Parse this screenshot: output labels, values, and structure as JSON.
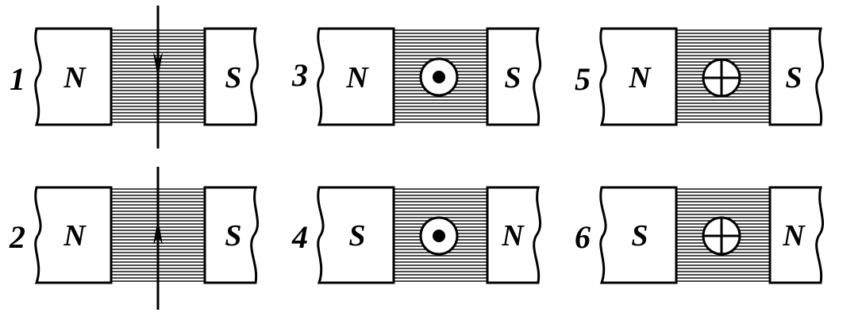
{
  "panels": [
    {
      "number": "1",
      "left_pole": "N",
      "right_pole": "S",
      "conductor": "arrow-down-icon"
    },
    {
      "number": "2",
      "left_pole": "N",
      "right_pole": "S",
      "conductor": "arrow-up-icon"
    },
    {
      "number": "3",
      "left_pole": "N",
      "right_pole": "S",
      "conductor": "current-out-of-page-icon"
    },
    {
      "number": "4",
      "left_pole": "S",
      "right_pole": "N",
      "conductor": "current-out-of-page-icon"
    },
    {
      "number": "5",
      "left_pole": "N",
      "right_pole": "S",
      "conductor": "current-into-page-icon"
    },
    {
      "number": "6",
      "left_pole": "S",
      "right_pole": "N",
      "conductor": "current-into-page-icon"
    }
  ],
  "colors": {
    "ink": "#000000",
    "field_hatch": "#000000",
    "background": "#ffffff"
  }
}
